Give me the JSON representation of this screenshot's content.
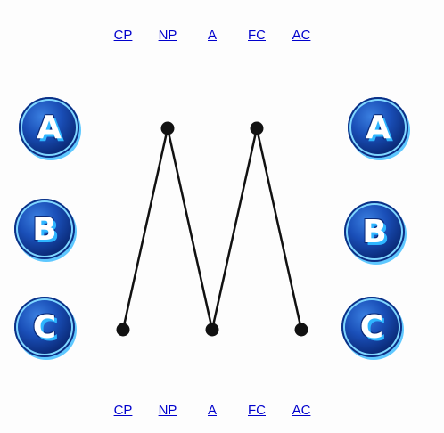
{
  "top_links": [
    "CP",
    "NP",
    "A",
    "FC",
    "AC"
  ],
  "bottom_links": [
    "CP",
    "NP",
    "A",
    "FC",
    "AC"
  ],
  "left_buttons": [
    "A",
    "B",
    "C"
  ],
  "right_buttons": [
    "A",
    "B",
    "C"
  ],
  "colors": {
    "link": "#0000cc",
    "line": "#111111",
    "node": "#111111",
    "button_dark": "#0a2a78",
    "button_light": "#5ec8ff"
  }
}
